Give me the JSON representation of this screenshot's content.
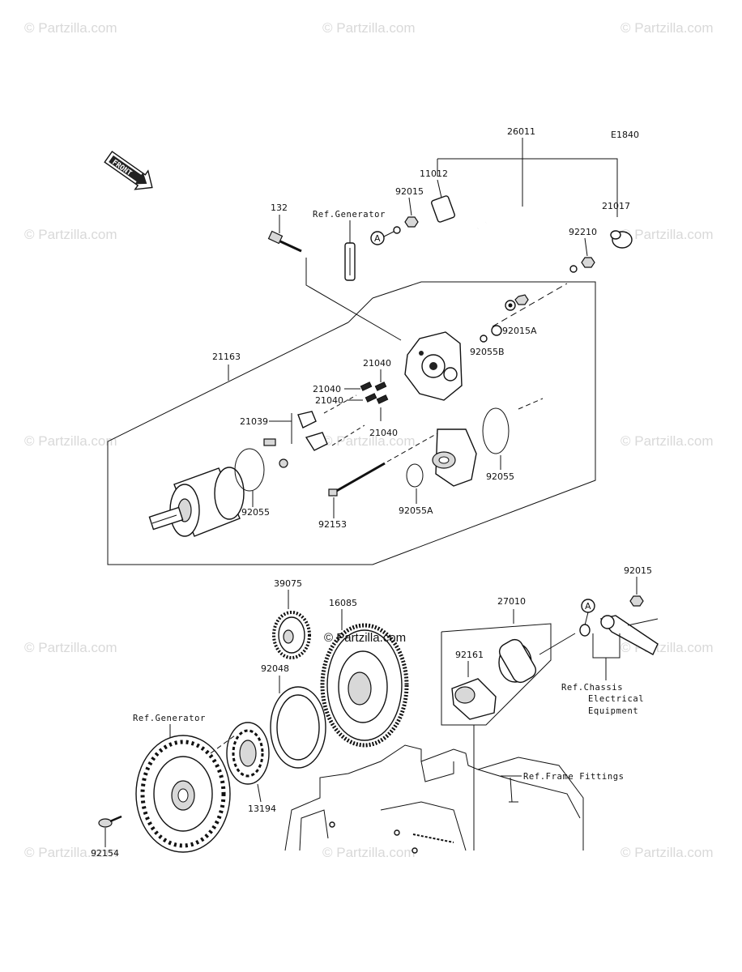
{
  "diagram_code": "E1840",
  "front_label": "FRONT",
  "parts": {
    "p26011": "26011",
    "p11012": "11012",
    "p92015_top": "92015",
    "p21017": "21017",
    "p132": "132",
    "p92210": "92210",
    "p92015A": "92015A",
    "p92055B": "92055B",
    "p21163": "21163",
    "p21040_a": "21040",
    "p21040_b": "21040",
    "p21040_c": "21040",
    "p21040_d": "21040",
    "p21039": "21039",
    "p92055_left": "92055",
    "p92055_right": "92055",
    "p92153": "92153",
    "p92055A": "92055A",
    "p39075": "39075",
    "p16085": "16085",
    "p27010": "27010",
    "p92015_right": "92015",
    "p92161": "92161",
    "p92048": "92048",
    "p13194": "13194",
    "p92154": "92154"
  },
  "refs": {
    "generator_top": "Ref.Generator",
    "generator_bottom": "Ref.Generator",
    "chassis_line1": "Ref.Chassis",
    "chassis_line2": "Electrical",
    "chassis_line3": "Equipment",
    "frame": "Ref.Frame Fittings"
  },
  "callouts": {
    "a_top": "A",
    "a_right": "A"
  },
  "watermark": {
    "text": "© Partzilla.com",
    "center_text": "© Partzilla.com"
  }
}
